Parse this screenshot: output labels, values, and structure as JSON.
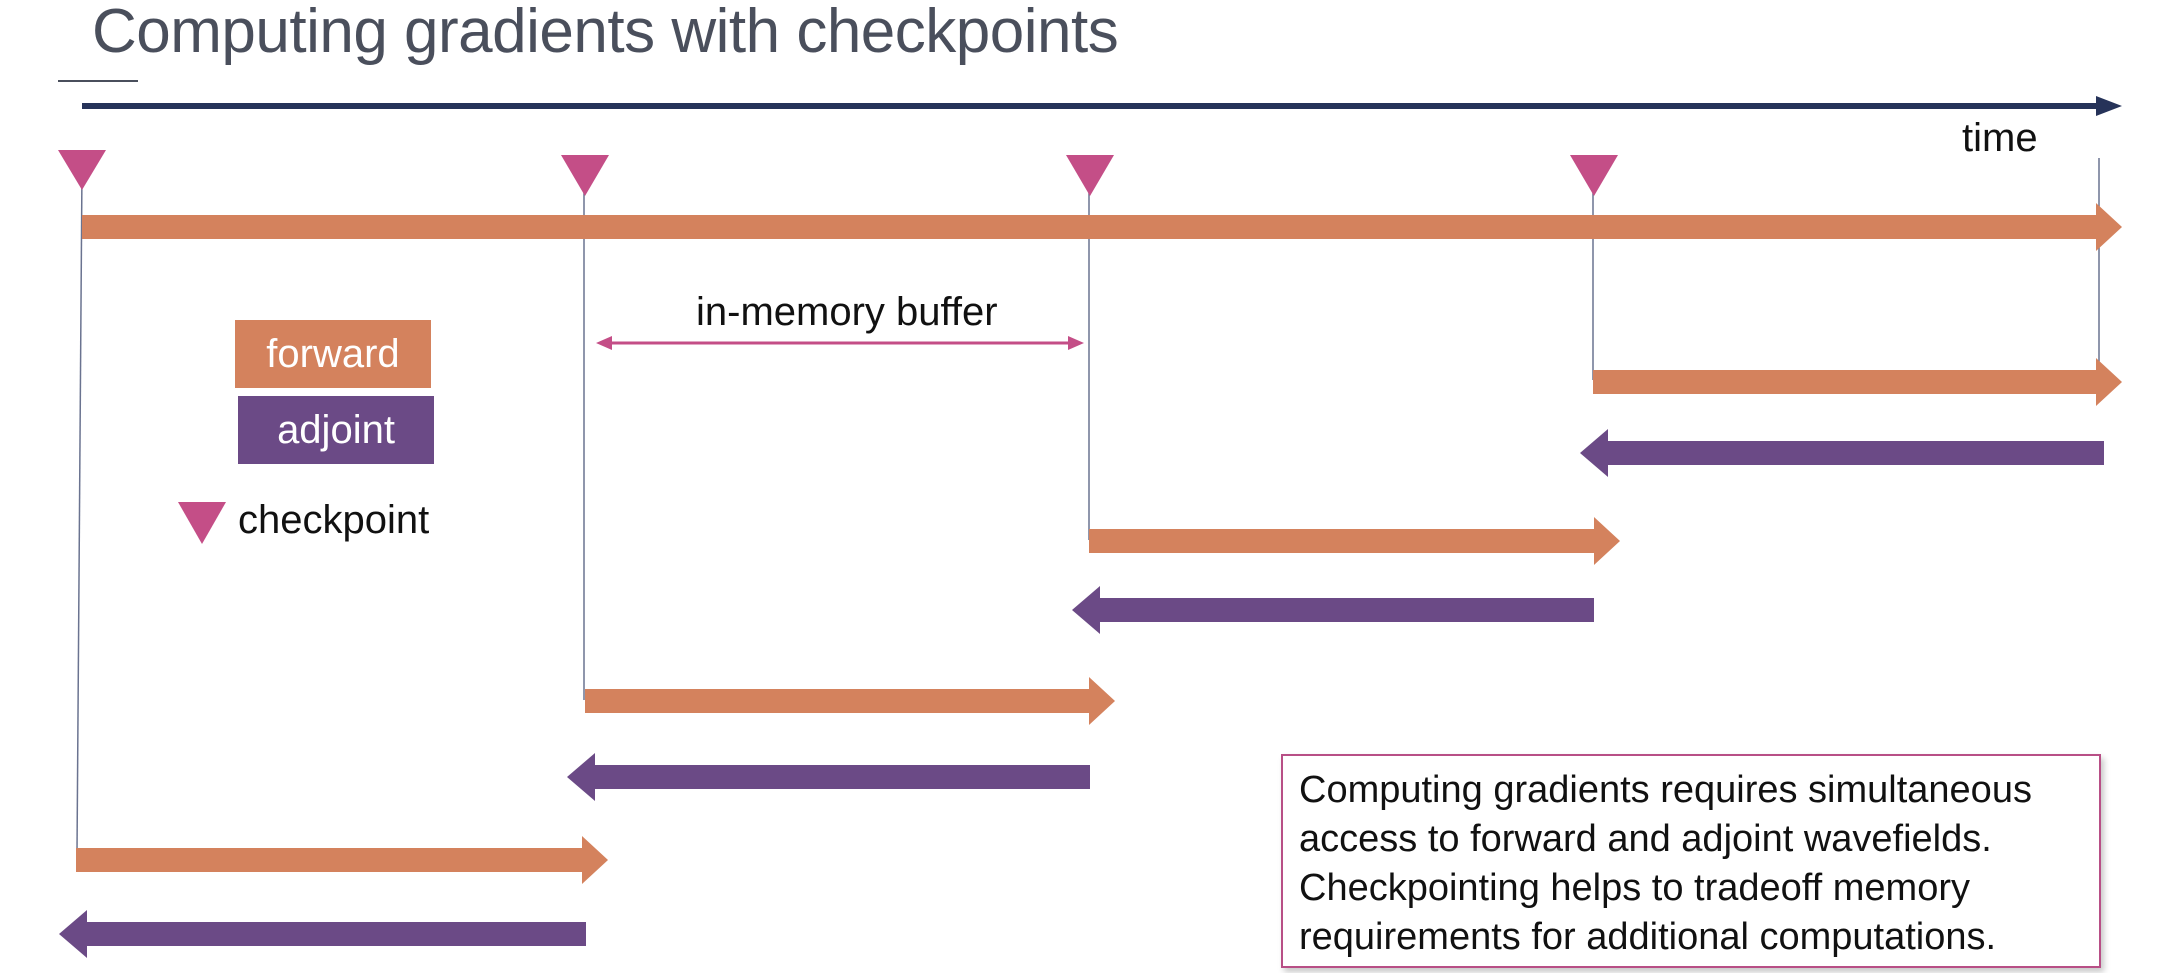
{
  "title": "Computing gradients with checkpoints",
  "time_axis": {
    "label": "time"
  },
  "buffer": {
    "label": "in-memory buffer"
  },
  "legend": {
    "forward_label": "forward",
    "adjoint_label": "adjoint",
    "checkpoint_label": "checkpoint"
  },
  "note": {
    "lines": [
      "Computing gradients requires simultaneous",
      "access to forward and adjoint wavefields.",
      "Checkpointing helps to tradeoff memory",
      "requirements for additional computations."
    ]
  },
  "colors": {
    "forward": "#d4825d",
    "adjoint": "#6b4a86",
    "checkpoint": "#c44e87",
    "time_axis": "#263359",
    "note_border": "#b84f86"
  }
}
